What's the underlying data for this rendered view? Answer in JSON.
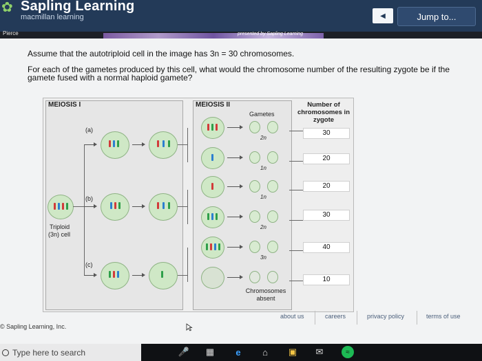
{
  "header": {
    "brand": "Sapling Learning",
    "subtitle": "macmillan learning",
    "jump_label": "Jump to...",
    "course_tag": "Pierce",
    "presented": "presented by Sapling Learning"
  },
  "question": {
    "line1": "Assume that the autotriploid cell in the image has 3n = 30 chromosomes.",
    "line2": "For each of the gametes produced by this cell, what would the chromosome number of the resulting zygote be if the gamete fused with a normal haploid gamete?"
  },
  "diagram": {
    "meiosis1_title": "MEIOSIS I",
    "meiosis2_title": "MEIOSIS II",
    "gametes_label": "Gametes",
    "number_header": "Number of chromosomes in zygote",
    "path_a": "(a)",
    "path_b": "(b)",
    "path_c": "(c)",
    "triploid_label": "Triploid",
    "triploid_sub": "(3n) cell",
    "absent_label": "Chromosomes absent",
    "gamete_levels": [
      "2n",
      "1n",
      "1n",
      "2n",
      "3n"
    ],
    "zygote_numbers": [
      "30",
      "20",
      "20",
      "30",
      "40",
      "10"
    ]
  },
  "footer": {
    "copyright": "© Sapling Learning, Inc.",
    "links": [
      "about us",
      "careers",
      "privacy policy",
      "terms of use"
    ]
  },
  "taskbar": {
    "search_placeholder": "Type here to search"
  }
}
